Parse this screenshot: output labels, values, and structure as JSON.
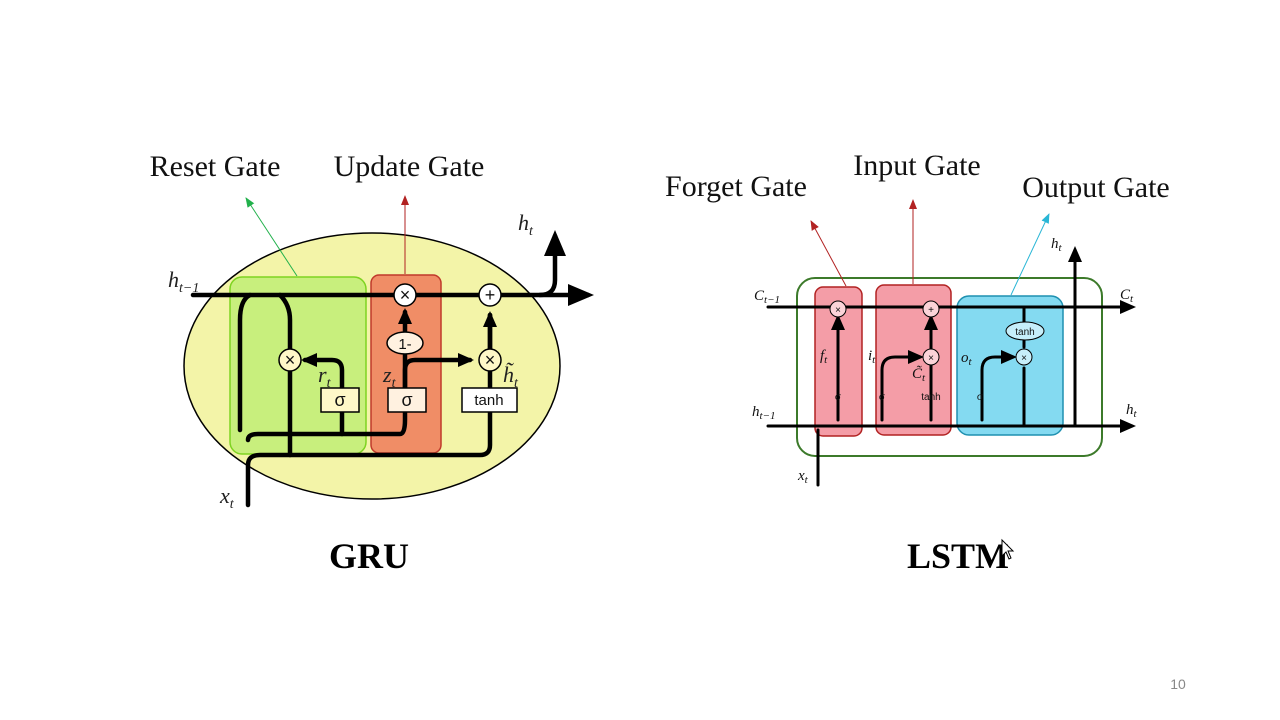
{
  "gru": {
    "title": "GRU",
    "reset_gate_label": "Reset Gate",
    "update_gate_label": "Update Gate",
    "labels": {
      "h_prev": "h",
      "h_prev_sub": "t−1",
      "h_out": "h",
      "h_out_sub": "t",
      "x": "x",
      "x_sub": "t",
      "r": "r",
      "r_sub": "t",
      "z": "z",
      "z_sub": "t",
      "h_tilde": "h̃",
      "h_tilde_sub": "t"
    },
    "ops": {
      "reset_mult": "×",
      "update_mult": "×",
      "cand_mult": "×",
      "add": "+",
      "one_minus": "1-",
      "sigma_r": "σ",
      "sigma_z": "σ",
      "tanh": "tanh"
    },
    "colors": {
      "ellipse": "#f3f4a8",
      "reset": "#b9ee6f",
      "update": "#ee7a5a",
      "reset_arrow": "#22b14c",
      "update_arrow": "#b22222"
    }
  },
  "lstm": {
    "title": "LSTM",
    "forget_gate_label": "Forget Gate",
    "input_gate_label": "Input Gate",
    "output_gate_label": "Output Gate",
    "labels": {
      "c_in": "C",
      "c_in_sub": "t−1",
      "c_out": "C",
      "c_out_sub": "t",
      "h_in": "h",
      "h_in_sub": "t−1",
      "h_out_right": "h",
      "h_out_right_sub": "t",
      "h_out_top": "h",
      "h_out_top_sub": "t",
      "x": "x",
      "x_sub": "t",
      "f": "f",
      "f_sub": "t",
      "i": "i",
      "i_sub": "t",
      "c_tilde": "C̃",
      "c_tilde_sub": "t",
      "o": "o",
      "o_sub": "t"
    },
    "ops": {
      "forget_mult": "×",
      "input_add": "+",
      "input_mult": "×",
      "output_mult": "×",
      "tanh_out": "tanh",
      "sigma_f": "σ",
      "sigma_i": "σ",
      "tanh_in": "tanh",
      "sigma_o": "σ"
    },
    "colors": {
      "cell_border": "#3c7a2a",
      "forget": "#f28c98",
      "input": "#f28c98",
      "output": "#6fd3ee",
      "forget_arrow": "#b22222",
      "input_arrow": "#b22222",
      "output_arrow": "#29b6d6"
    }
  },
  "page_number": "10"
}
